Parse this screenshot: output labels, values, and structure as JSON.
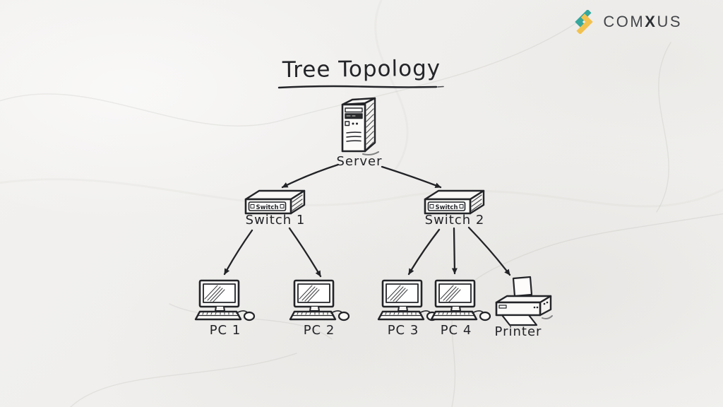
{
  "logo": {
    "part1": "COM",
    "part2": "X",
    "part3": "US",
    "icon_teal": "#35a79c",
    "icon_yellow": "#f2c24e"
  },
  "diagram": {
    "title": "Tree Topology",
    "ink": "#222326",
    "nodes": {
      "server": {
        "label": "Server"
      },
      "switch1": {
        "label": "Switch 1",
        "device_text": "Switch"
      },
      "switch2": {
        "label": "Switch 2",
        "device_text": "Switch"
      },
      "pc1": {
        "label": "PC 1"
      },
      "pc2": {
        "label": "PC 2"
      },
      "pc3": {
        "label": "PC 3"
      },
      "pc4": {
        "label": "PC 4"
      },
      "printer": {
        "label": "Printer"
      }
    },
    "edges": [
      {
        "from": "Server",
        "to": "Switch 1"
      },
      {
        "from": "Server",
        "to": "Switch 2"
      },
      {
        "from": "Switch 1",
        "to": "PC 1"
      },
      {
        "from": "Switch 1",
        "to": "PC 2"
      },
      {
        "from": "Switch 2",
        "to": "PC 3"
      },
      {
        "from": "Switch 2",
        "to": "PC 4"
      },
      {
        "from": "Switch 2",
        "to": "Printer"
      }
    ]
  }
}
